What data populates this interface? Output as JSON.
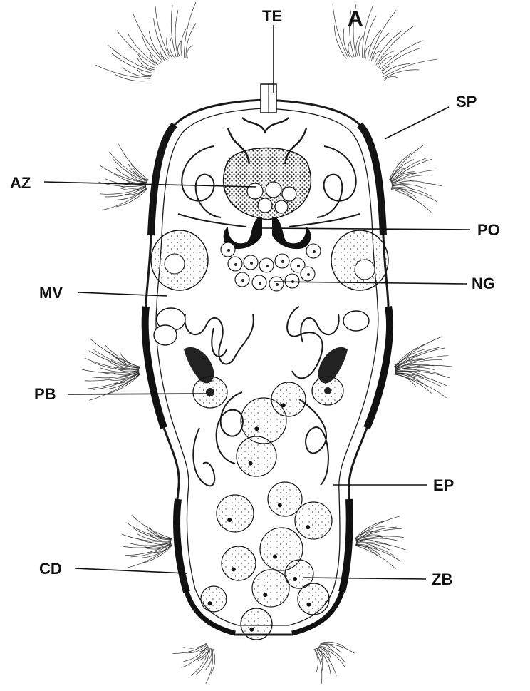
{
  "figure_label": "A",
  "labels": {
    "te": "TE",
    "sp": "SP",
    "az": "AZ",
    "po": "PO",
    "mv": "MV",
    "ng": "NG",
    "pb": "PB",
    "ep": "EP",
    "cd": "CD",
    "zb": "ZB"
  },
  "colors": {
    "ink": "#1a1a1a",
    "background": "#ffffff"
  }
}
